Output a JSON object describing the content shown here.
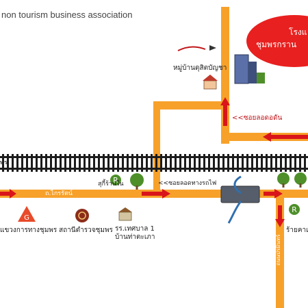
{
  "header": {
    "text": "non tourism business association"
  },
  "labels": {
    "village": "หมู่บ้านดุสิตบัญชา",
    "soi_lod_kot": "<<ซอยลอดอดัน",
    "soi_lod_rail": "<<ซอยลอดทางรถไฟ",
    "road_main": "ถ.ไกรรัตน์",
    "restaurant_left": "สุกี้ร้านใน",
    "highway_office": "แขวงการทางชุมพร",
    "police_station": "สถานีตำรวจชุมพร",
    "school_line1": "รร.เทศบาล 1",
    "school_line2": "บ้านท่าตะเภา",
    "restaurant_right": "ร้ายคาเฟ่",
    "side_road": "ถนนปรมินทร์",
    "rail_stub": "พร",
    "hotel_bubble_line1": "โรงแ",
    "hotel_bubble_line2": "ชุมพรกราน"
  },
  "colors": {
    "road": "#f7a12b",
    "arrow": "#d9151b",
    "rail": "#1c1c1c",
    "tree": "#4e8f2a",
    "bubble": "#e8201f",
    "bridge": "#555e6a",
    "river": "#2f6fb0"
  },
  "icons": [
    "hotel-building-icon",
    "airline-logo-icon",
    "village-house-icon",
    "restaurant-r-icon",
    "tree-icon",
    "highway-g-icon",
    "police-badge-icon",
    "school-building-icon",
    "bridge-icon",
    "river-icon"
  ]
}
